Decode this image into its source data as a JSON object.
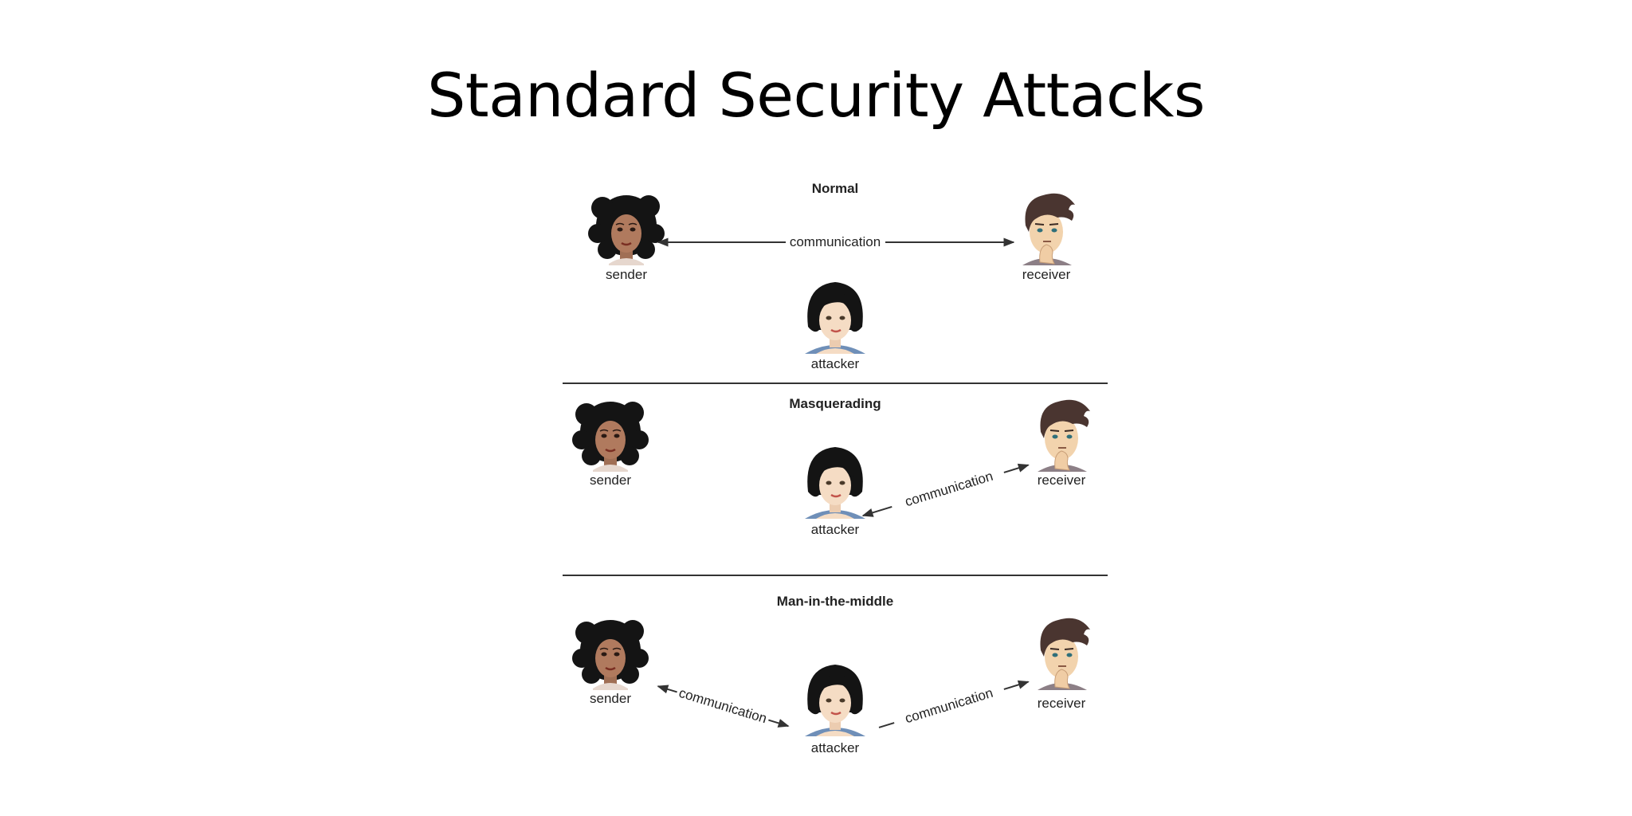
{
  "slide": {
    "title": "Standard Security Attacks"
  },
  "panels": [
    {
      "title": "Normal",
      "sender": "sender",
      "receiver": "receiver",
      "attacker": "attacker",
      "communication": "communication"
    },
    {
      "title": "Masquerading",
      "sender": "sender",
      "receiver": "receiver",
      "attacker": "attacker",
      "communication": "communication"
    },
    {
      "title": "Man-in-the-middle",
      "sender": "sender",
      "receiver": "receiver",
      "attacker": "attacker",
      "communication_left": "communication",
      "communication_right": "communication"
    }
  ],
  "colors": {
    "line": "#333333",
    "skin_sender": "#b07a5e",
    "skin_receiver": "#f2d3ad",
    "skin_attacker": "#f5dcc4",
    "hair_dark": "#141414",
    "hair_receiver": "#4a3530",
    "shirt_attacker": "#6f8fb8",
    "shirt_receiver": "#8c7f86"
  }
}
